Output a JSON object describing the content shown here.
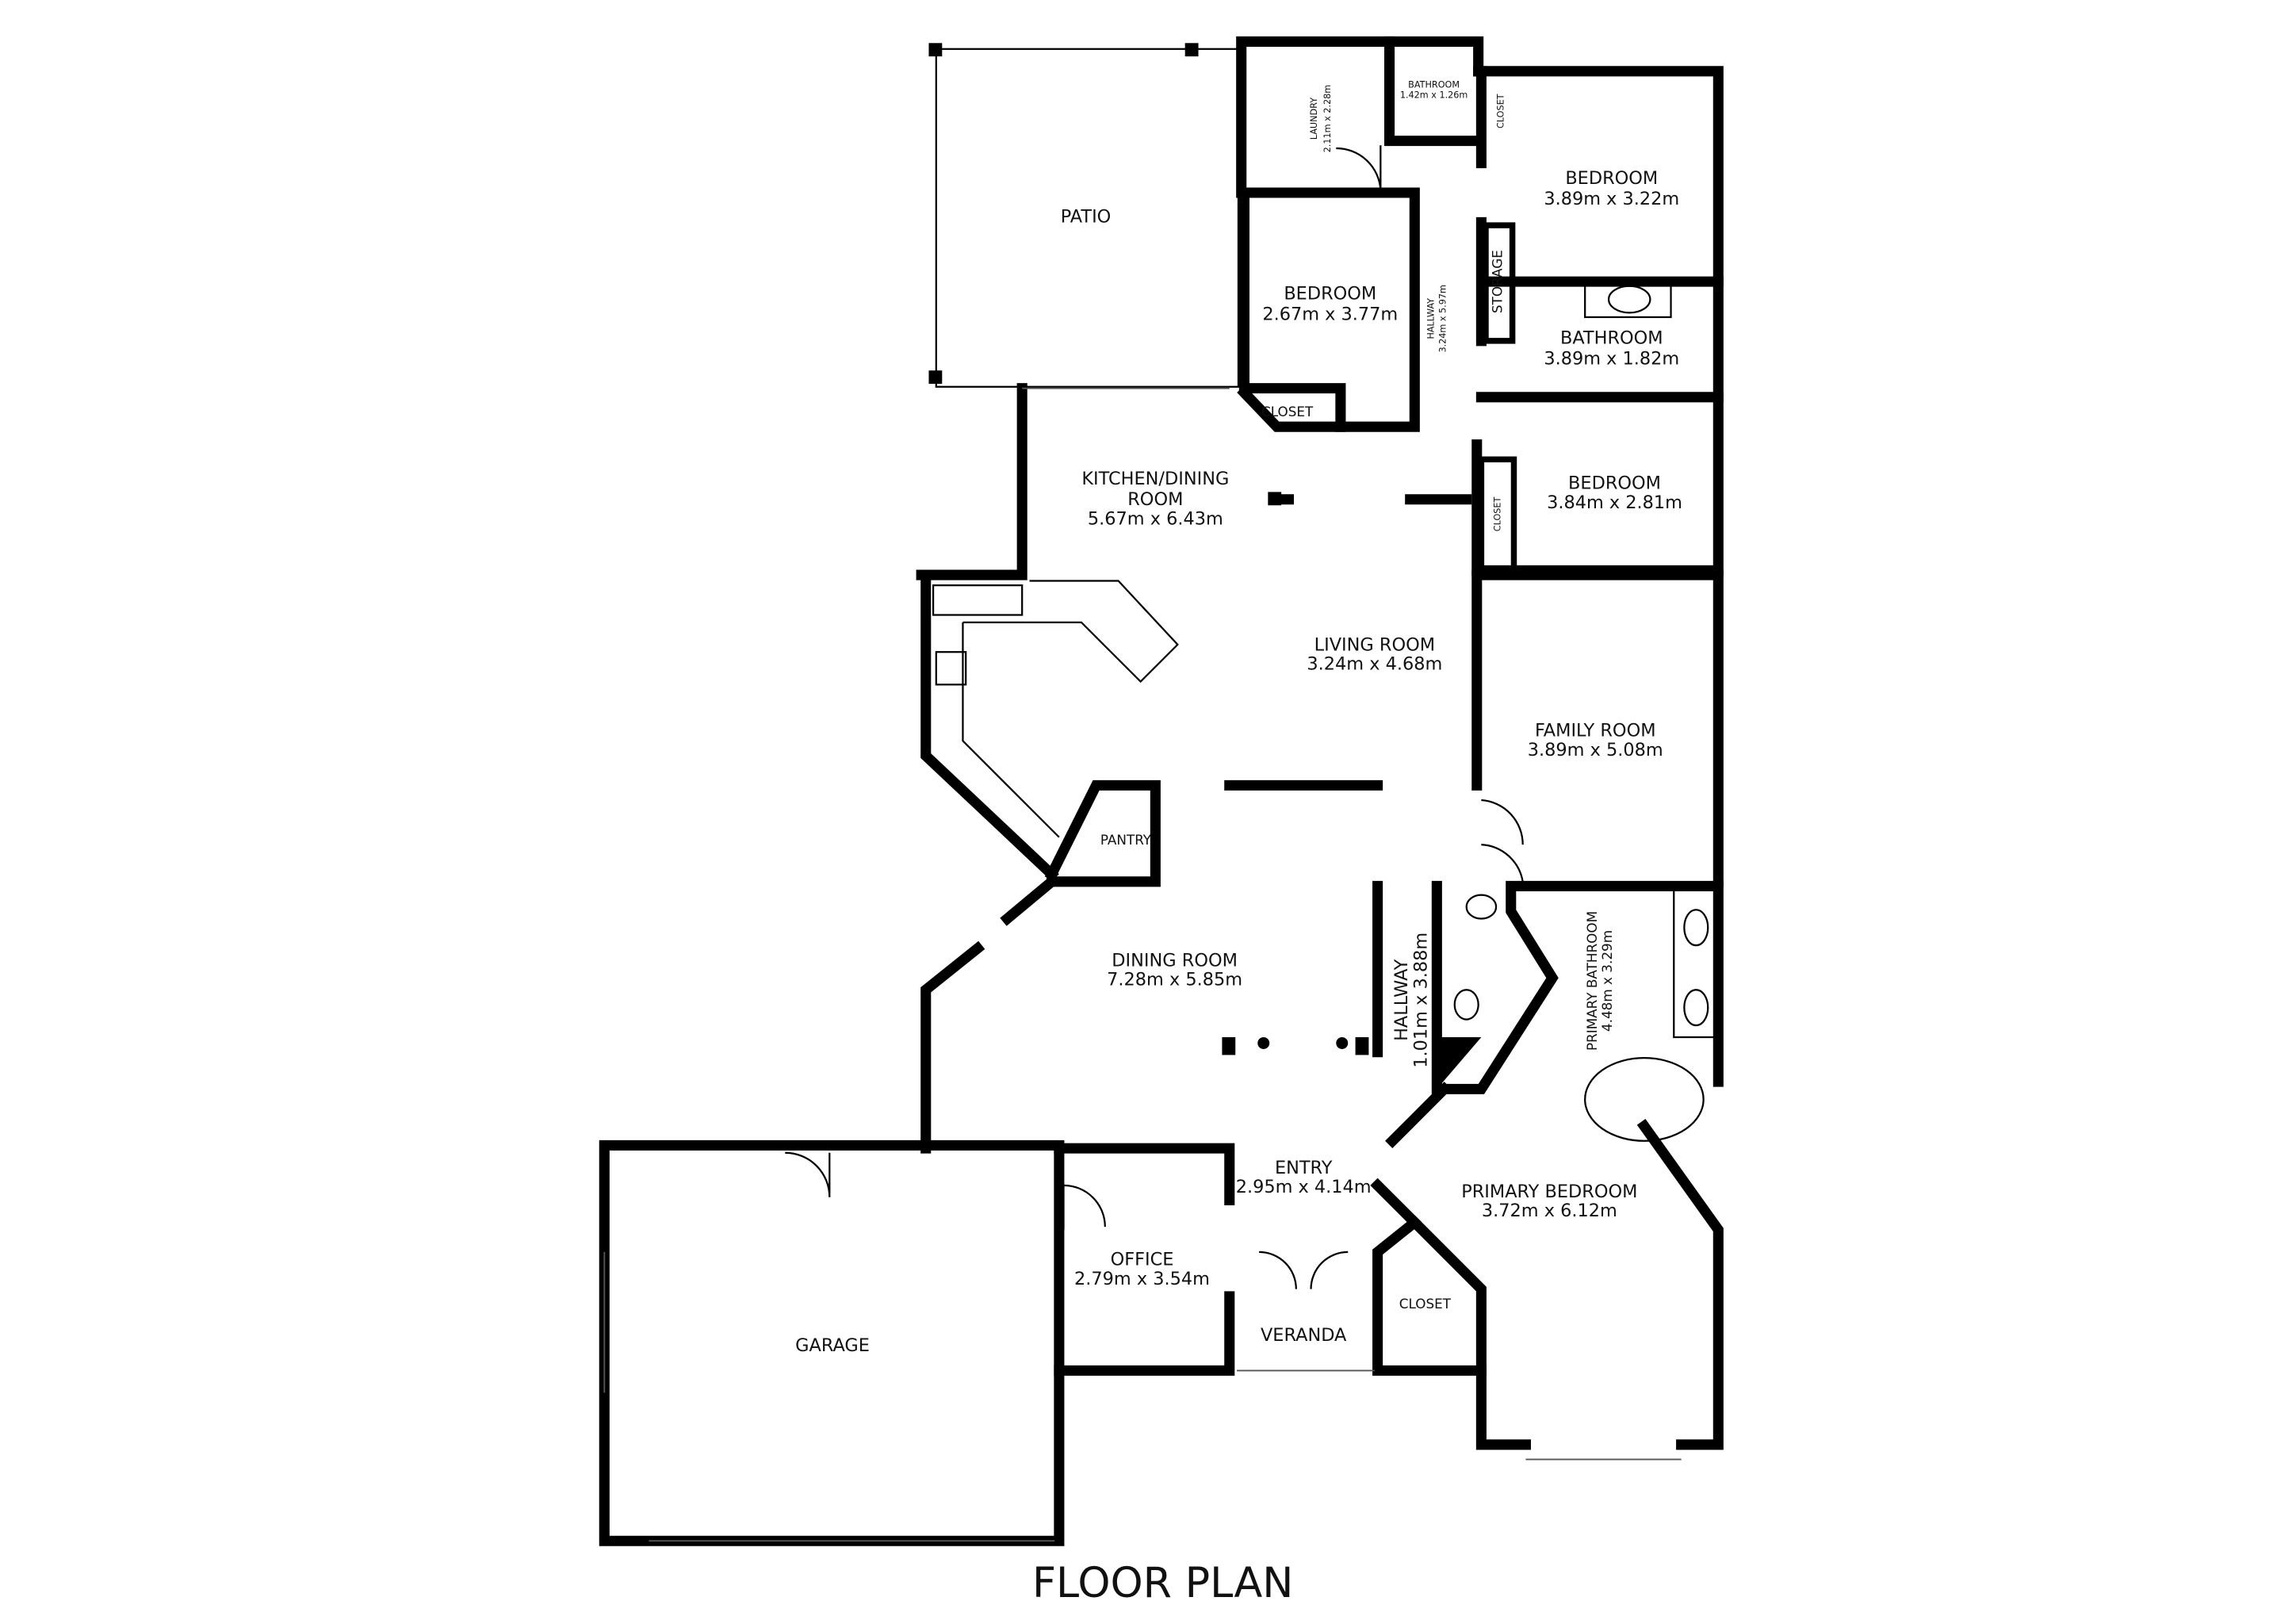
{
  "title": "FLOOR PLAN",
  "rooms": {
    "patio": {
      "name": "PATIO"
    },
    "laundry": {
      "name": "LAUNDRY",
      "size": "2.11m x 2.28m"
    },
    "bathroom_small": {
      "name": "BATHROOM",
      "size": "1.42m x 1.26m"
    },
    "closet_top": {
      "name": "CLOSET"
    },
    "bedroom_ne": {
      "name": "BEDROOM",
      "size": "3.89m x 3.22m"
    },
    "bedroom_w": {
      "name": "BEDROOM",
      "size": "2.67m x 3.77m"
    },
    "closet_w": {
      "name": "CLOSET"
    },
    "hallway_n": {
      "name": "HALLWAY",
      "size": "3.24m x 5.97m"
    },
    "storage": {
      "name": "STORAGE"
    },
    "bathroom_e": {
      "name": "BATHROOM",
      "size": "3.89m x 1.82m"
    },
    "bedroom_e": {
      "name": "BEDROOM",
      "size": "3.84m x 2.81m"
    },
    "closet_e": {
      "name": "CLOSET"
    },
    "kitchen": {
      "name": "KITCHEN/DINING",
      "name2": "ROOM",
      "size": "5.67m x 6.43m"
    },
    "living": {
      "name": "LIVING ROOM",
      "size": "3.24m x 4.68m"
    },
    "family": {
      "name": "FAMILY ROOM",
      "size": "3.89m x 5.08m"
    },
    "pantry": {
      "name": "PANTRY"
    },
    "dining": {
      "name": "DINING ROOM",
      "size": "7.28m x 5.85m"
    },
    "hallway_s": {
      "name": "HALLWAY",
      "size": "1.01m x 3.88m"
    },
    "primary_bath": {
      "name": "PRIMARY BATHROOM",
      "size": "4.48m x 3.29m"
    },
    "entry": {
      "name": "ENTRY",
      "size": "2.95m x 4.14m"
    },
    "primary_bed": {
      "name": "PRIMARY BEDROOM",
      "size": "3.72m x 6.12m"
    },
    "office": {
      "name": "OFFICE",
      "size": "2.79m x 3.54m"
    },
    "closet_s": {
      "name": "CLOSET"
    },
    "veranda": {
      "name": "VERANDA"
    },
    "garage": {
      "name": "GARAGE"
    }
  }
}
